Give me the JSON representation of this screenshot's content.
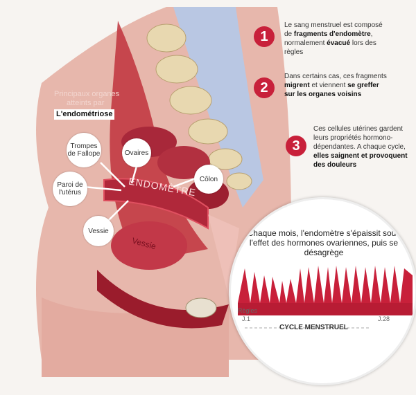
{
  "steps": [
    {
      "number": "1",
      "pre": "Le sang menstruel est composé de ",
      "b1": "fragments d'endomètre",
      "mid": ", normalement ",
      "b2": "évacué",
      "post": " lors des règles"
    },
    {
      "number": "2",
      "pre": "Dans certains cas, ces fragments ",
      "b1": "migrent",
      "mid": " et viennent ",
      "b2": "se greffer sur les organes voisins",
      "post": ""
    },
    {
      "number": "3",
      "pre": "Ces cellules utérines gardent leurs propriétés hormono-dépendantes. A chaque cycle, ",
      "b1": "elles saignent et provoquent des douleurs",
      "mid": "",
      "b2": "",
      "post": ""
    }
  ],
  "organs_title": {
    "line1": "Principaux organes",
    "line2": "atteints par",
    "highlight": "L'endométriose"
  },
  "organs": {
    "trompes": "Trompes de Fallope",
    "ovaires": "Ovaires",
    "paroi": "Paroi de l'utérus",
    "colon": "Côlon",
    "vessie": "Vessie"
  },
  "labels": {
    "endometre": "ENDOMÈTRE",
    "vessie_organ": "Vessie"
  },
  "zoom": {
    "caption": "Chaque mois, l'endomètre s'épaissit sous l'effet des hormones ovariennes, puis se désagrège",
    "regles_label": "Règles",
    "day_start": "J.1",
    "day_end": "J.28",
    "cycle_label": "CYCLE MENSTRUEL"
  },
  "colors": {
    "accent": "#c8203a",
    "tissue": "#c0323c",
    "bone": "#e8d8b0",
    "skin": "#e6b4aa"
  }
}
